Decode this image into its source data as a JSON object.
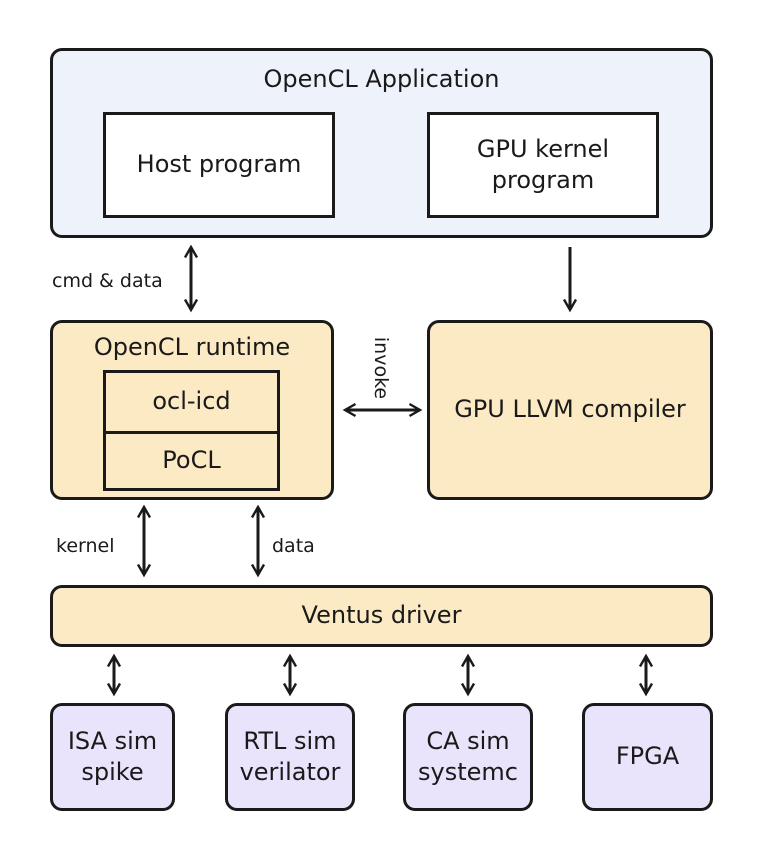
{
  "app": {
    "title": "OpenCL Application",
    "host": "Host program",
    "kernel_line1": "GPU kernel",
    "kernel_line2": "program"
  },
  "runtime": {
    "title": "OpenCL runtime",
    "icd": "ocl-icd",
    "pocl": "PoCL"
  },
  "compiler": {
    "label": "GPU LLVM compiler"
  },
  "driver": {
    "label": "Ventus driver"
  },
  "edges": {
    "cmd_data": "cmd & data",
    "invoke": "invoke",
    "kernel": "kernel",
    "data": "data"
  },
  "backends": [
    {
      "line1": "ISA sim",
      "line2": "spike"
    },
    {
      "line1": "RTL sim",
      "line2": "verilator"
    },
    {
      "line1": "CA sim",
      "line2": "systemc"
    },
    {
      "line1": "FPGA"
    }
  ]
}
